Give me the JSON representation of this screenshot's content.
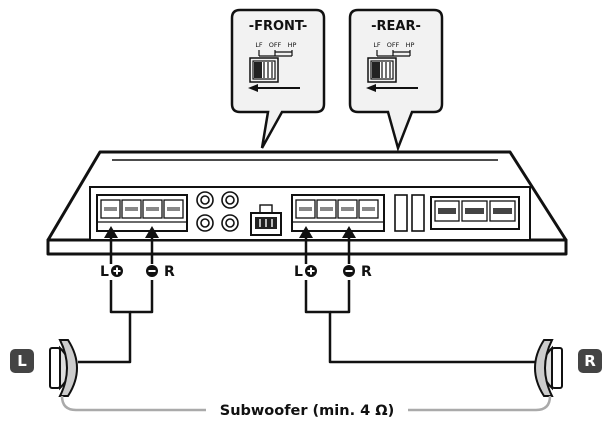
{
  "callouts": {
    "front": {
      "title": "-FRONT-",
      "lf": "LF",
      "off": "OFF",
      "hp": "HP"
    },
    "rear": {
      "title": "-REAR-",
      "lf": "LF",
      "off": "OFF",
      "hp": "HP"
    }
  },
  "terminals": {
    "front": {
      "left": "L",
      "right": "R"
    },
    "rear": {
      "left": "L",
      "right": "R"
    }
  },
  "speakers": {
    "left_badge": "L",
    "right_badge": "R"
  },
  "caption": "Subwoofer (min. 4 Ω)",
  "colors": {
    "ink": "#111111",
    "bubble_fill": "#f2f2f2",
    "amp_fill": "#ffffff",
    "shade": "#cccccc"
  }
}
